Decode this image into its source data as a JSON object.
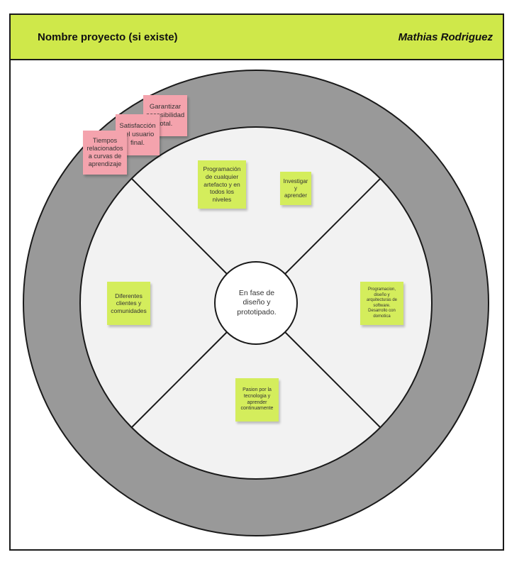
{
  "header": {
    "project_name": "Nombre proyecto (si existe)",
    "author": "Mathias Rodriguez"
  },
  "colors": {
    "header_bg": "#cfe84a",
    "outer_ring": "#999999",
    "inner_area": "#f2f2f2",
    "green_note": "#d4ed5c",
    "pink_note": "#f4a3ad"
  },
  "center": {
    "label": "En fase de diseño y prototipado."
  },
  "outer_notes": [
    "Garantizar accesibilidad total.",
    "Satisfacción del usuario final.",
    "Tiempos relacionados a curvas de aprendizaje"
  ],
  "quadrant_notes": {
    "top": [
      "Programación de cualquier artefacto y en todos los niveles",
      "Investigar y aprender"
    ],
    "right": [
      "Programacion, diseño y arquitecturas de software. Desarrollo con domotica"
    ],
    "bottom": [
      "Pasion por la tecnologia y aprender continuamente"
    ],
    "left": [
      "Diferentes clientes y comunidades"
    ]
  }
}
